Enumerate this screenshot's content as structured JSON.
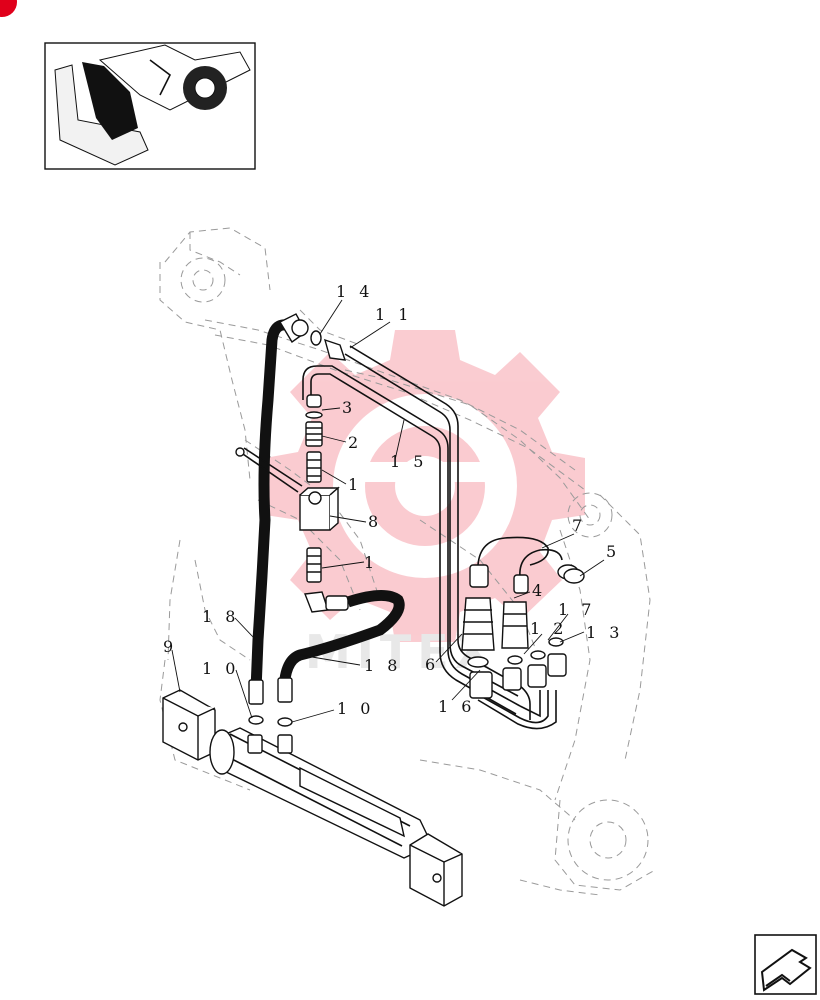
{
  "diagram": {
    "callouts": [
      {
        "id": "c14a",
        "label": "1 4"
      },
      {
        "id": "c11",
        "label": "1 1"
      },
      {
        "id": "c3",
        "label": "3"
      },
      {
        "id": "c2",
        "label": "2"
      },
      {
        "id": "c15",
        "label": "1 5"
      },
      {
        "id": "c1a",
        "label": "1"
      },
      {
        "id": "c8",
        "label": "8"
      },
      {
        "id": "c1b",
        "label": "1"
      },
      {
        "id": "c7",
        "label": "7"
      },
      {
        "id": "c5",
        "label": "5"
      },
      {
        "id": "c4",
        "label": "4"
      },
      {
        "id": "c17",
        "label": "1 7"
      },
      {
        "id": "c12",
        "label": "1 2"
      },
      {
        "id": "c13",
        "label": "1 3"
      },
      {
        "id": "c18a",
        "label": "1 8"
      },
      {
        "id": "c9",
        "label": "9"
      },
      {
        "id": "c18b",
        "label": "1 8"
      },
      {
        "id": "c6",
        "label": "6"
      },
      {
        "id": "c10a",
        "label": "1 0"
      },
      {
        "id": "c16",
        "label": "1 6"
      },
      {
        "id": "c10b",
        "label": "1 0"
      }
    ],
    "watermark_text": "MITEX",
    "colors": {
      "line": "#111111",
      "ghost": "#9a9a9a",
      "watermark": "#f0a0a0",
      "corner_badge": "#e0001b"
    },
    "icons": {
      "thumbnail": "loader-bucket-thumbnail",
      "nav": "next-page-arrow-icon"
    }
  }
}
